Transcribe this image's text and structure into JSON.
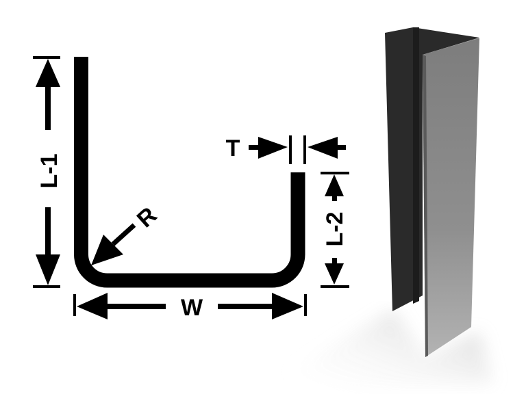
{
  "diagram": {
    "labels": {
      "leg1": "L-1",
      "leg2": "L-2",
      "width": "W",
      "thickness": "T",
      "radius": "R"
    },
    "colors": {
      "profile": "#000000",
      "channel_front": "#8a8a8a",
      "channel_back": "#2a2a2a",
      "background": "#ffffff"
    }
  }
}
